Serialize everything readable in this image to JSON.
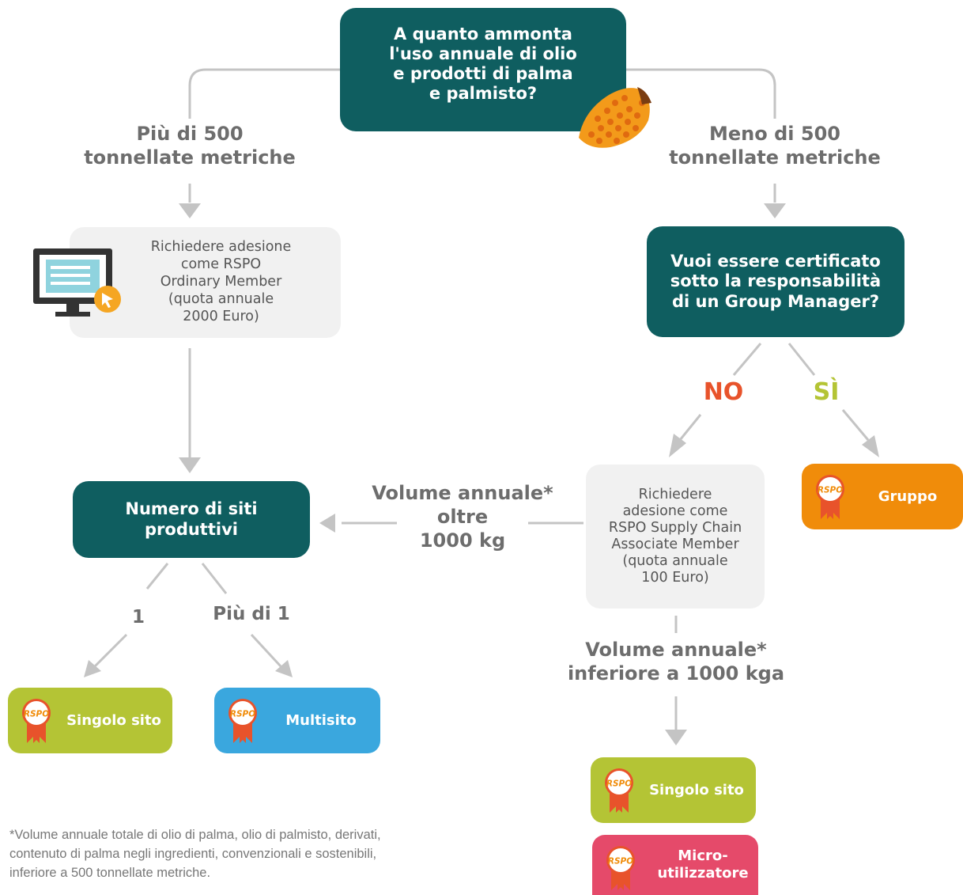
{
  "start_question": "A quanto ammonta\nl'uso annuale di olio\ne prodotti di palma\ne palmisto?",
  "branch_left": "Più di 500\ntonnellate metriche",
  "branch_right": "Meno di 500\ntonnellate metriche",
  "ordinary_member": "Richiedere adesione\ncome RSPO\nOrdinary Member\n(quota annuale\n2000 Euro)",
  "group_question": "Vuoi essere certificato\nsotto la responsabilità\ndi un Group Manager?",
  "answer_no": "NO",
  "answer_yes": "SÌ",
  "supply_chain_member": "Richiedere\nadesione come\nRSPO Supply Chain\nAssociate Member\n(quota annuale\n100 Euro)",
  "sites_question": "Numero di siti\nproduttivi",
  "volume_over": "Volume annuale*\noltre\n1000 kg",
  "volume_under": "Volume annuale*\ninferiore a 1000 kga",
  "sites_one": "1",
  "sites_more": "Più di 1",
  "rspo_logo": "RSPO",
  "badges": {
    "group": "Gruppo",
    "single_left": "Singolo sito",
    "multisite": "Multisito",
    "single_right": "Singolo sito",
    "micro": "Micro-\nutilizzatore"
  },
  "footnote": "*Volume annuale totale di olio di palma, olio di palmisto, derivati,\ncontenuto di palma negli ingredienti, convenzionali e sostenibili,\ninferiore a 500 tonnellate metriche.",
  "colors": {
    "teal": "#0f5e60",
    "no": "#e8532b",
    "yes": "#b4c435",
    "group_badge": "#f08c0a",
    "single_badge": "#b4c435",
    "multi_badge": "#3aa7de",
    "micro_badge": "#e54a6a",
    "connector": "#c4c4c4"
  },
  "icons": [
    "computer-monitor-icon",
    "cursor-icon",
    "palm-fruit-icon",
    "rspo-ribbon-icon"
  ]
}
